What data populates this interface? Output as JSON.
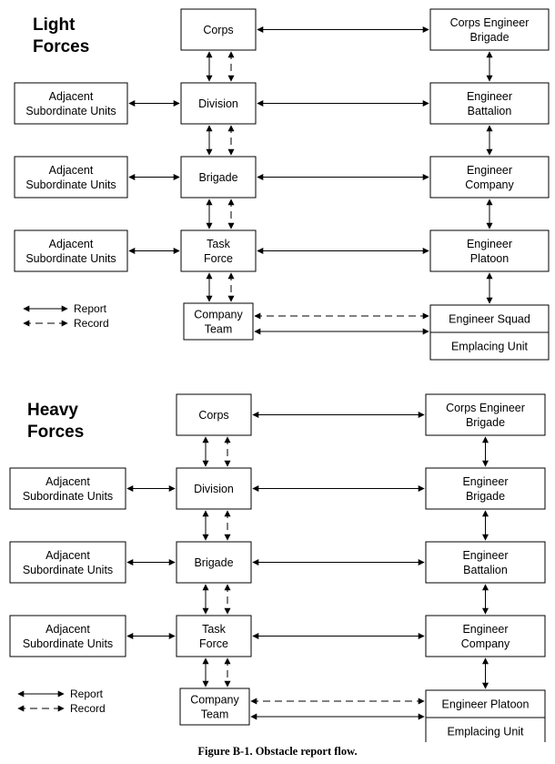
{
  "caption": "Figure B-1. Obstacle report flow.",
  "legend_labels": {
    "report": "Report",
    "record": "Record"
  },
  "light": {
    "title_lines": [
      "Light",
      "Forces"
    ],
    "corps": [
      "Corps"
    ],
    "division": [
      "Division"
    ],
    "brigade": [
      "Brigade"
    ],
    "taskforce": [
      "Task",
      "Force"
    ],
    "companyteam": [
      "Company",
      "Team"
    ],
    "adjacent_1": [
      "Adjacent",
      "Subordinate Units"
    ],
    "adjacent_2": [
      "Adjacent",
      "Subordinate Units"
    ],
    "adjacent_3": [
      "Adjacent",
      "Subordinate Units"
    ],
    "eng_1": [
      "Corps Engineer",
      "Brigade"
    ],
    "eng_2": [
      "Engineer",
      "Battalion"
    ],
    "eng_3": [
      "Engineer",
      "Company"
    ],
    "eng_4": [
      "Engineer",
      "Platoon"
    ],
    "eng_5": [
      "Engineer Squad"
    ],
    "emplacing": [
      "Emplacing Unit"
    ]
  },
  "heavy": {
    "title_lines": [
      "Heavy",
      "Forces"
    ],
    "corps": [
      "Corps"
    ],
    "division": [
      "Division"
    ],
    "brigade": [
      "Brigade"
    ],
    "taskforce": [
      "Task",
      "Force"
    ],
    "companyteam": [
      "Company",
      "Team"
    ],
    "adjacent_1": [
      "Adjacent",
      "Subordinate Units"
    ],
    "adjacent_2": [
      "Adjacent",
      "Subordinate Units"
    ],
    "adjacent_3": [
      "Adjacent",
      "Subordinate Units"
    ],
    "eng_1": [
      "Corps Engineer",
      "Brigade"
    ],
    "eng_2": [
      "Engineer",
      "Brigade"
    ],
    "eng_3": [
      "Engineer",
      "Battalion"
    ],
    "eng_4": [
      "Engineer",
      "Company"
    ],
    "eng_5": [
      "Engineer Platoon"
    ],
    "emplacing": [
      "Emplacing Unit"
    ]
  }
}
